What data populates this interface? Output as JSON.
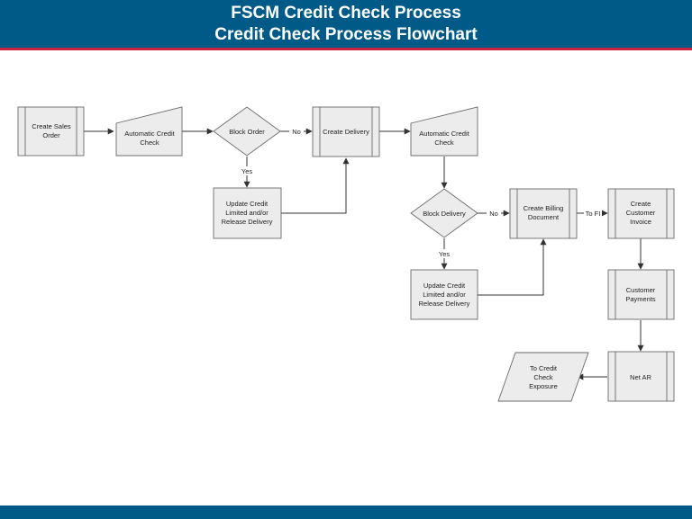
{
  "header": {
    "title_line1": "FSCM Credit Check Process",
    "title_line2": "Credit Check Process Flowchart"
  },
  "colors": {
    "header_bg": "#005a87",
    "accent_line": "#c8243f",
    "shape_fill": "#ececec"
  },
  "nodes": {
    "create_sales_order": [
      "Create Sales",
      "Order"
    ],
    "auto_credit_check_1": [
      "Automatic Credit",
      "Check"
    ],
    "block_order": [
      "Block Order"
    ],
    "update_credit_1": [
      "Update Credit",
      "Limited and/or",
      "Release Delivery"
    ],
    "create_delivery": [
      "Create Delivery"
    ],
    "auto_credit_check_2": [
      "Automatic Credit",
      "Check"
    ],
    "block_delivery": [
      "Block Delivery"
    ],
    "update_credit_2": [
      "Update Credit",
      "Limited and/or",
      "Release Delivery"
    ],
    "create_billing_document": [
      "Create Billing",
      "Document"
    ],
    "create_customer_invoice": [
      "Create",
      "Customer",
      "Invoice"
    ],
    "customer_payments": [
      "Customer",
      "Payments"
    ],
    "net_ar": [
      "Net AR"
    ],
    "to_credit_check_exposure": [
      "To Credit",
      "Check",
      "Exposure"
    ]
  },
  "edge_labels": {
    "block_order_no": "No",
    "block_order_yes": "Yes",
    "block_delivery_no": "No",
    "block_delivery_yes": "Yes",
    "to_fi": "To FI"
  }
}
